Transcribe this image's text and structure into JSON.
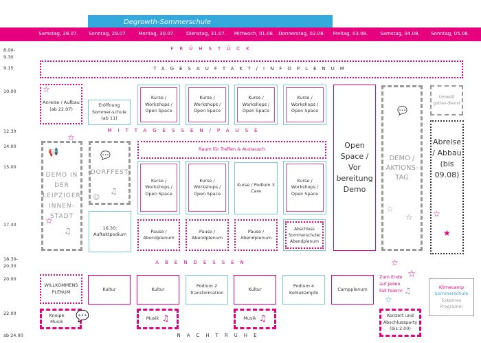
{
  "title": "Degrowth-Sommerschule",
  "days": [
    "Samstag, 28.07.",
    "Sonntag, 29.07.",
    "Montag, 30.07.",
    "Dienstag, 31.07.",
    "Mittwoch, 01.08.",
    "Donnerstag, 02.08.",
    "Freitag, 03.08.",
    "Samstag, 04.08.",
    "Sonntag, 05.08."
  ],
  "times": {
    "t1": "8.00-",
    "t1b": "9.30",
    "t2": "9.15",
    "t3": "10.00",
    "t4": "12.30",
    "t5": "14.00",
    "t6": "15.00",
    "t7": "17.30",
    "t8": "18.30-",
    "t8b": "20.30",
    "t9": "20.00",
    "t10": "22.00",
    "t11": "ab 24.00"
  },
  "bands": {
    "fruehstueck": "FRÜHSTÜCK",
    "tagesauftakt": "TAGESAUFTAKT/INFOPLENUM",
    "mittag": "MITTAGESSEN/PAUSE",
    "abendessen": "ABENDESSEN",
    "nachtruhe": "NACHTRUHE"
  },
  "morning": {
    "anreise": "Anreise / Aufbau (ab 22.07)",
    "eroeffnung": "Eröffnung Sommer-schule (ab 11)",
    "kurse": "Kurse / Workshops / Open Space",
    "openspace": "Open Space / Vor bereitung Demo",
    "aktionstag": "DEMO / AKTIONS-TAG",
    "gottesdienst": "Umwelt gottes-dienst",
    "abreise": "Abreise / Abbau (bis 09.08)"
  },
  "afternoon": {
    "demo": "DEMO IN DER LEIPZIGER INNEN-STADT",
    "dorffest": "DORFFEST",
    "raum": "Raum für Treffen & Austausch",
    "kurse": "Kurse / Workshops / Open Space",
    "podium3": "Kurse / Podium 3 Care",
    "auftakt": "16.30: Auftaktpodium",
    "pause": "Pause / Abendplenum",
    "abschluss": "Abschluss Sommerschule/ Abendplenum"
  },
  "evening": {
    "willkommen": "WILLKOMMENS PLENUM",
    "kultur": "Kultur",
    "podium2": "Podium 2 Transformation",
    "podium4": "Podium 4 Kohlekämpfe",
    "campplenum": "Campplenum",
    "zumende": "Zum Ende auf jeden Fall feiern!",
    "kneipe": "Kneipe Musik",
    "musik": "Musik",
    "konzert": "Konzert und Abschlussparty (bis 2.00)"
  },
  "legend": {
    "klimacamp": "Klimacamp",
    "sommerschule": "Sommerschule",
    "extern": "Externes Programm"
  },
  "colors": {
    "magenta": "#e5007e",
    "blue": "#35a8dc",
    "gray": "#999999"
  }
}
